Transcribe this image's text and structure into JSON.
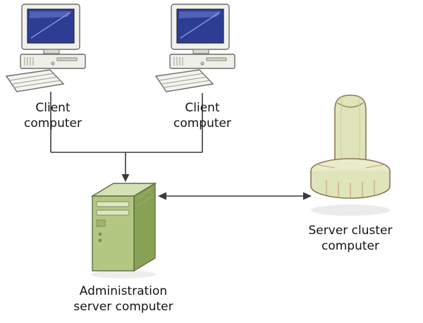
{
  "diagram": {
    "nodes": {
      "client1": {
        "lines": [
          "Client",
          "computer"
        ],
        "icon": "desktop-computer-icon"
      },
      "client2": {
        "lines": [
          "Client",
          "computer"
        ],
        "icon": "desktop-computer-icon"
      },
      "admin": {
        "lines": [
          "Administration",
          "server computer"
        ],
        "icon": "server-tower-icon"
      },
      "cluster": {
        "lines": [
          "Server cluster",
          "computer"
        ],
        "icon": "server-cluster-icon"
      }
    },
    "connections": [
      {
        "from": "client1",
        "to": "admin",
        "type": "arrow-into-junction"
      },
      {
        "from": "client2",
        "to": "admin",
        "type": "arrow-into-junction"
      },
      {
        "from": "admin",
        "to": "cluster",
        "type": "double-arrow"
      }
    ],
    "colors": {
      "connector": "#3a3a3a",
      "monitor_screen": "#2e3d94",
      "monitor_body": "#f0f0ec",
      "server_front": "#b3c783",
      "server_side": "#87a155",
      "server_top": "#d6e0b5",
      "cluster_fill": "#dfe4ba",
      "cluster_top": "#e9ecca",
      "cluster_outline": "#8a7a55",
      "cluster_segment": "#c79f6e"
    }
  }
}
